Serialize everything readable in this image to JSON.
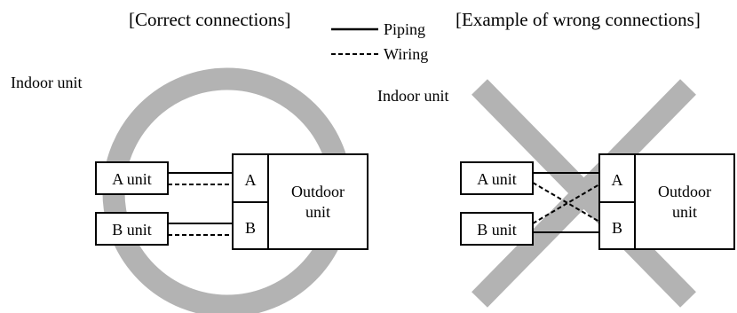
{
  "headings": {
    "correct": "[Correct connections]",
    "wrong": "[Example of wrong connections]"
  },
  "legend": {
    "piping": "Piping",
    "wiring": "Wiring"
  },
  "correct_diagram": {
    "indoor_label": "Indoor unit",
    "unit_a": "A unit",
    "unit_b": "B unit",
    "port_a": "A",
    "port_b": "B",
    "outdoor_line1": "Outdoor",
    "outdoor_line2": "unit",
    "mark": "circle-ok"
  },
  "wrong_diagram": {
    "indoor_label": "Indoor unit",
    "unit_a": "A unit",
    "unit_b": "B unit",
    "port_a": "A",
    "port_b": "B",
    "outdoor_line1": "Outdoor",
    "outdoor_line2": "unit",
    "mark": "cross-ng"
  },
  "colors": {
    "mark_gray": "#b3b3b3",
    "line": "#000000",
    "background": "#ffffff"
  }
}
